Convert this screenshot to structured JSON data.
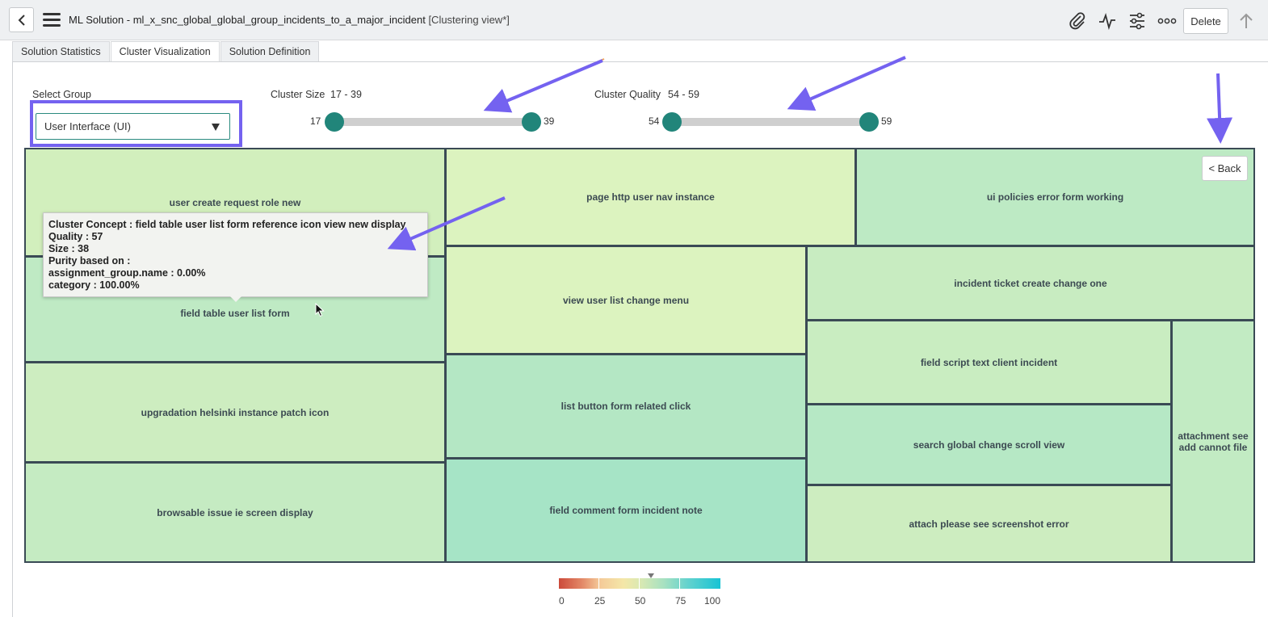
{
  "header": {
    "title": "ML Solution - ml_x_snc_global_global_group_incidents_to_a_major_incident",
    "view": "[Clustering view*]",
    "icons": [
      "chevron-left-icon",
      "hamburger-icon",
      "paperclip-icon",
      "activity-icon",
      "sliders-icon",
      "more-icon",
      "arrow-up-icon"
    ],
    "delete_label": "Delete"
  },
  "tabs": [
    {
      "label": "Solution Statistics"
    },
    {
      "label": "Cluster Visualization",
      "active": true
    },
    {
      "label": "Solution Definition"
    }
  ],
  "controls": {
    "select_group_label": "Select Group",
    "select_group_value": "User Interface (UI)",
    "cluster_size": {
      "label": "Cluster Size",
      "range": "17 - 39",
      "min": "17",
      "max": "39"
    },
    "cluster_quality": {
      "label": "Cluster Quality",
      "range": "54 - 59",
      "min": "54",
      "max": "59"
    }
  },
  "back_label": "< Back",
  "clusters": [
    {
      "label": "user create request role new"
    },
    {
      "label": "field table user list form"
    },
    {
      "label": "upgradation helsinki instance patch icon"
    },
    {
      "label": "browsable issue ie screen display"
    },
    {
      "label": "page http user nav instance"
    },
    {
      "label": "view user list change menu"
    },
    {
      "label": "list button form related click"
    },
    {
      "label": "field comment form incident note"
    },
    {
      "label": "ui policies error form working"
    },
    {
      "label": "incident ticket create change one"
    },
    {
      "label": "field script text client incident"
    },
    {
      "label": "search global change scroll view"
    },
    {
      "label": "attach please see screenshot error"
    },
    {
      "label": "attachment see add cannot file"
    }
  ],
  "tooltip": {
    "concept": "Cluster Concept : field table user list form reference icon view new display",
    "quality": "Quality : 57",
    "size": "Size : 38",
    "purity_title": "Purity based on :",
    "purity_assignment": "assignment_group.name : 0.00%",
    "purity_category": "category : 100.00%"
  },
  "legend": {
    "ticks": [
      "0",
      "25",
      "50",
      "75",
      "100"
    ]
  },
  "colors": {
    "accent": "#7462f0",
    "teal": "#21857a",
    "border": "#3a4a55"
  }
}
